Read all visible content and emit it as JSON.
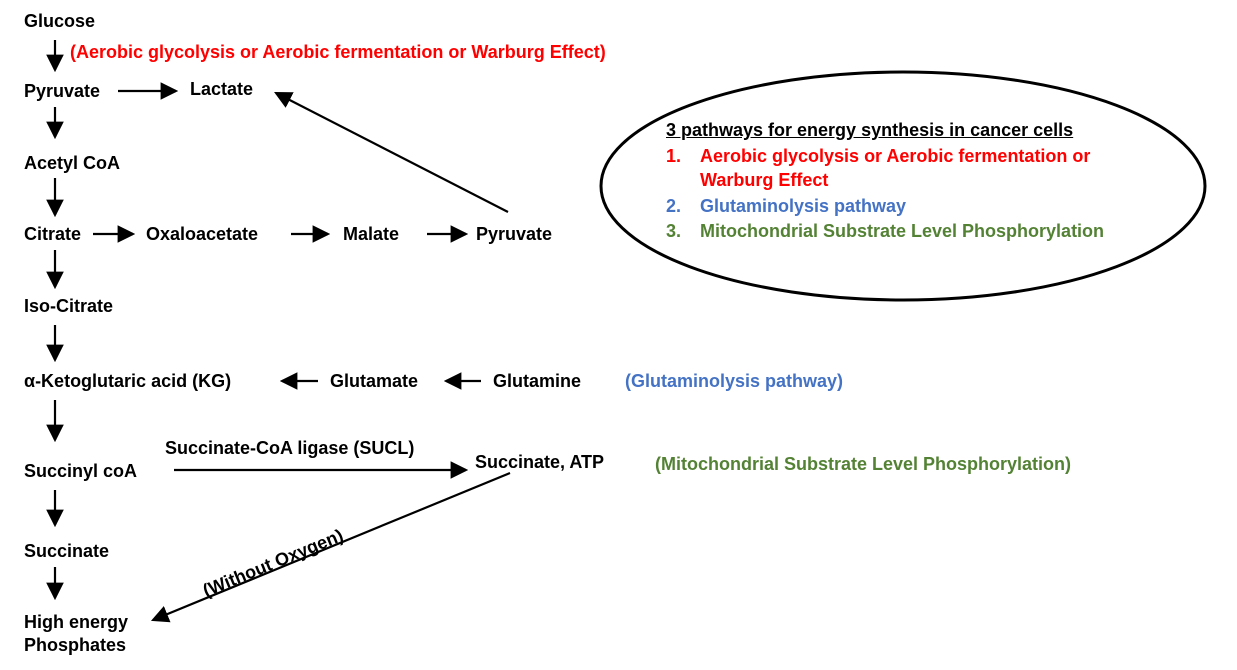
{
  "colors": {
    "black": "#000000",
    "red": "#ff0000",
    "blue": "#4472c4",
    "green": "#548235"
  },
  "nodes": {
    "glucose": "Glucose",
    "pyruvate": "Pyruvate",
    "lactate": "Lactate",
    "acetyl_coa": "Acetyl CoA",
    "citrate": "Citrate",
    "oxaloacetate": "Oxaloacetate",
    "malate": "Malate",
    "pyruvate2": "Pyruvate",
    "iso_citrate": "Iso-Citrate",
    "ketoglutaric": "α-Ketoglutaric acid (KG)",
    "glutamate": "Glutamate",
    "glutamine": "Glutamine",
    "succinyl_coa": "Succinyl coA",
    "succinate_atp": "Succinate, ATP",
    "succinate": "Succinate",
    "high_energy_1": "High energy",
    "high_energy_2": "Phosphates"
  },
  "annotations": {
    "aerobic": "(Aerobic glycolysis or Aerobic fermentation or Warburg Effect)",
    "glutaminolysis": "(Glutaminolysis pathway)",
    "mslp": "(Mitochondrial Substrate Level Phosphorylation)",
    "sucl": "Succinate-CoA ligase  (SUCL)",
    "without_oxygen": "(Without Oxygen)"
  },
  "legend": {
    "title": "3 pathways for energy synthesis in cancer cells",
    "items": [
      {
        "num": "1.",
        "line1": "Aerobic glycolysis or Aerobic fermentation or",
        "line2": "Warburg Effect",
        "color": "#ff0000"
      },
      {
        "num": "2.",
        "line1": "Glutaminolysis pathway",
        "color": "#4472c4"
      },
      {
        "num": "3.",
        "line1": "Mitochondrial Substrate Level Phosphorylation",
        "color": "#548235"
      }
    ]
  }
}
